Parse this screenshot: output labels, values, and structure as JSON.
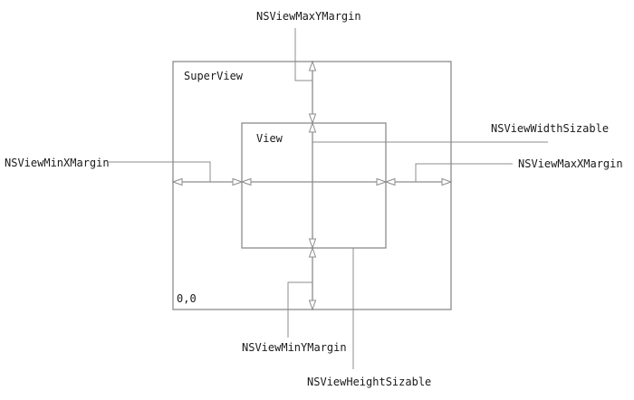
{
  "colors": {
    "stroke": "#8c8c8c",
    "text": "#1a1a1a",
    "background": "#ffffff"
  },
  "boxes": {
    "superview": {
      "label": "SuperView",
      "origin_label": "0,0"
    },
    "view": {
      "label": "View"
    }
  },
  "labels": {
    "max_y_margin": "NSViewMaxYMargin",
    "min_y_margin": "NSViewMinYMargin",
    "min_x_margin": "NSViewMinXMargin",
    "max_x_margin": "NSViewMaxXMargin",
    "width_sizable": "NSViewWidthSizable",
    "height_sizable": "NSViewHeightSizable"
  }
}
